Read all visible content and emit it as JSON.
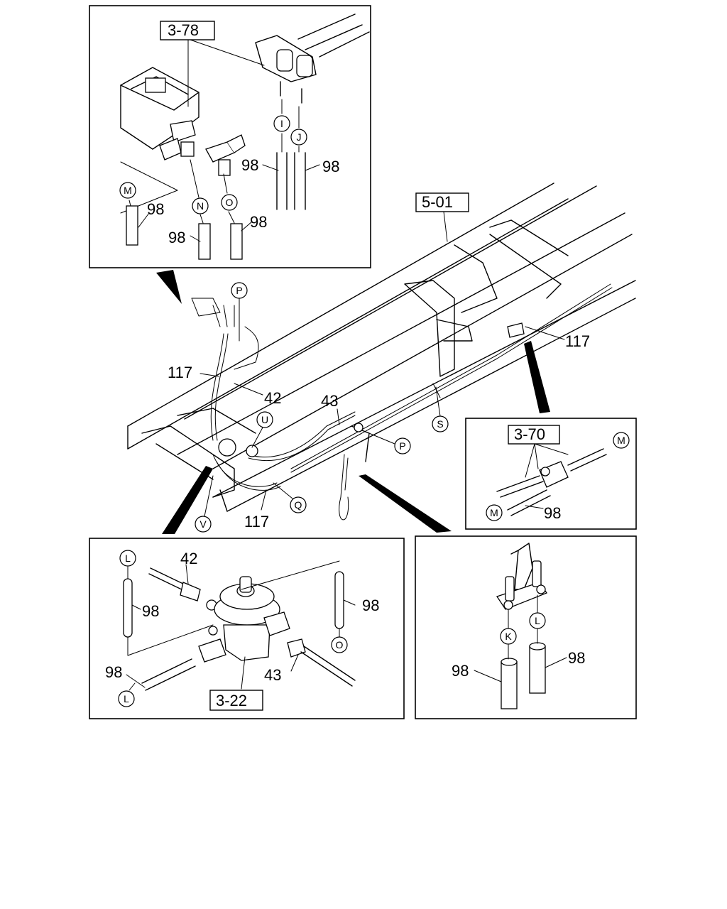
{
  "refs": {
    "r378": "3-78",
    "r501": "5-01",
    "r370": "3-70",
    "r322": "3-22"
  },
  "numbers": {
    "n98": "98",
    "n117": "117",
    "n42": "42",
    "n43": "43"
  },
  "letters": {
    "I": "I",
    "J": "J",
    "K": "K",
    "L": "L",
    "M": "M",
    "N": "N",
    "O": "O",
    "P": "P",
    "Q": "Q",
    "S": "S",
    "U": "U",
    "V": "V"
  }
}
